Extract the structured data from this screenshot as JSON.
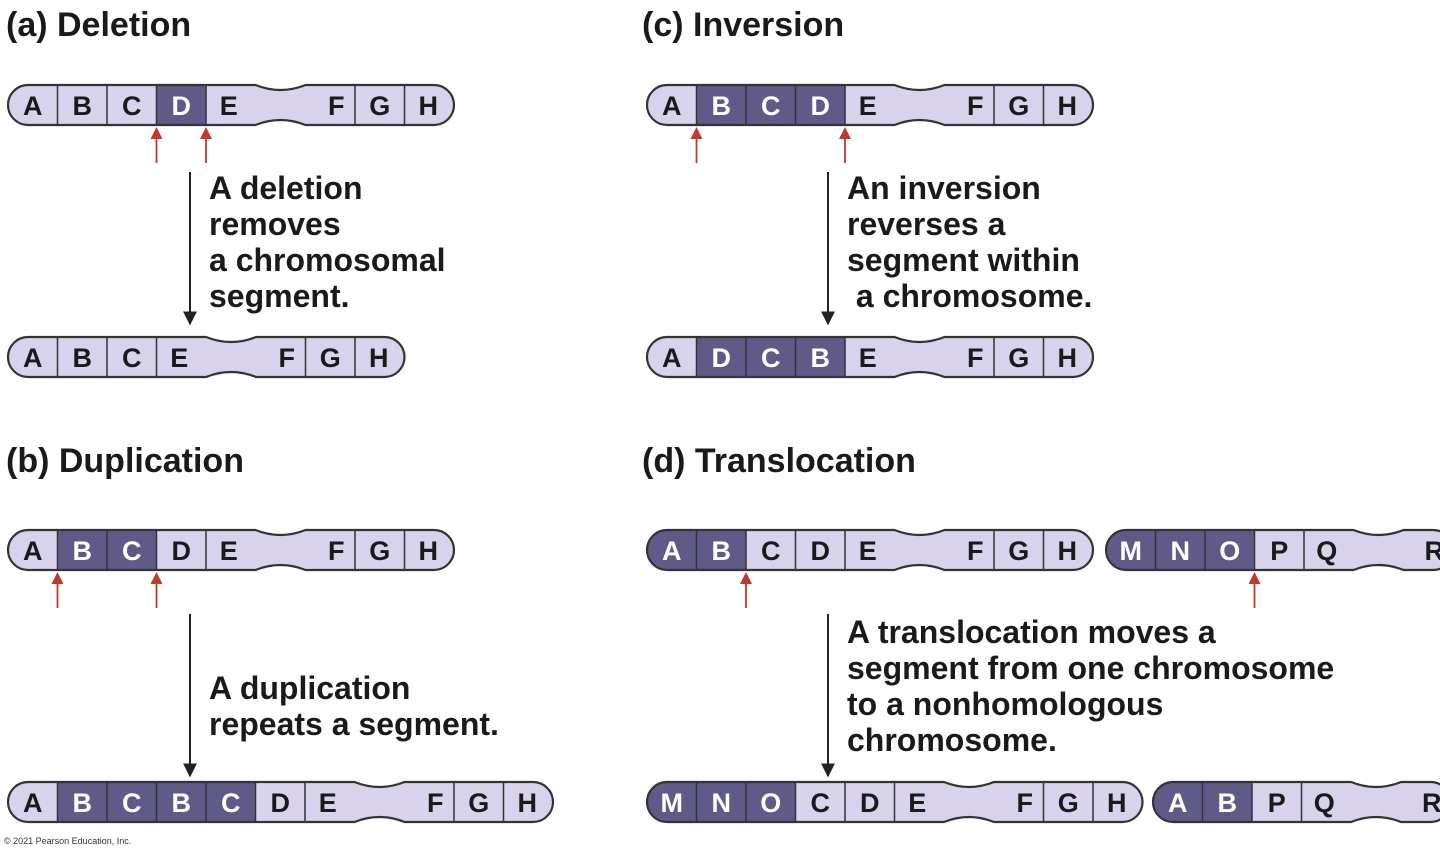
{
  "colors": {
    "light": "#d8d2ec",
    "dark": "#5f5a88",
    "outline": "#333333",
    "arrow_break": "#c0392b",
    "text_on_light": "#1a1a1a",
    "text_on_dark": "#ffffff"
  },
  "panels": [
    {
      "id": "a",
      "title": "(a) Deletion",
      "description": [
        "A deletion",
        "removes",
        "a chromosomal",
        "segment."
      ],
      "before": [
        {
          "genes": [
            {
              "l": "A",
              "s": "light"
            },
            {
              "l": "B",
              "s": "light"
            },
            {
              "l": "C",
              "s": "light"
            },
            {
              "l": "D",
              "s": "dark"
            },
            {
              "l": "E",
              "s": "light"
            },
            {
              "l": "F",
              "s": "light"
            },
            {
              "l": "G",
              "s": "light"
            },
            {
              "l": "H",
              "s": "light"
            }
          ],
          "centromere_after": 5
        }
      ],
      "after": [
        {
          "genes": [
            {
              "l": "A",
              "s": "light"
            },
            {
              "l": "B",
              "s": "light"
            },
            {
              "l": "C",
              "s": "light"
            },
            {
              "l": "E",
              "s": "light"
            },
            {
              "l": "F",
              "s": "light"
            },
            {
              "l": "G",
              "s": "light"
            },
            {
              "l": "H",
              "s": "light"
            }
          ],
          "centromere_after": 4
        }
      ],
      "breakpoints": [
        {
          "chrom": 0,
          "after_gene": 3
        },
        {
          "chrom": 0,
          "after_gene": 4
        }
      ]
    },
    {
      "id": "b",
      "title": "(b) Duplication",
      "description": [
        "A duplication",
        "repeats a segment."
      ],
      "before": [
        {
          "genes": [
            {
              "l": "A",
              "s": "light"
            },
            {
              "l": "B",
              "s": "dark"
            },
            {
              "l": "C",
              "s": "dark"
            },
            {
              "l": "D",
              "s": "light"
            },
            {
              "l": "E",
              "s": "light"
            },
            {
              "l": "F",
              "s": "light"
            },
            {
              "l": "G",
              "s": "light"
            },
            {
              "l": "H",
              "s": "light"
            }
          ],
          "centromere_after": 5
        }
      ],
      "after": [
        {
          "genes": [
            {
              "l": "A",
              "s": "light"
            },
            {
              "l": "B",
              "s": "dark"
            },
            {
              "l": "C",
              "s": "dark"
            },
            {
              "l": "B",
              "s": "dark"
            },
            {
              "l": "C",
              "s": "dark"
            },
            {
              "l": "D",
              "s": "light"
            },
            {
              "l": "E",
              "s": "light"
            },
            {
              "l": "F",
              "s": "light"
            },
            {
              "l": "G",
              "s": "light"
            },
            {
              "l": "H",
              "s": "light"
            }
          ],
          "centromere_after": 7
        }
      ],
      "breakpoints": [
        {
          "chrom": 0,
          "after_gene": 1
        },
        {
          "chrom": 0,
          "after_gene": 3
        }
      ]
    },
    {
      "id": "c",
      "title": "(c) Inversion",
      "description": [
        "An inversion",
        "reverses a",
        "segment within",
        " a chromosome."
      ],
      "before": [
        {
          "genes": [
            {
              "l": "A",
              "s": "light"
            },
            {
              "l": "B",
              "s": "dark"
            },
            {
              "l": "C",
              "s": "dark"
            },
            {
              "l": "D",
              "s": "dark"
            },
            {
              "l": "E",
              "s": "light"
            },
            {
              "l": "F",
              "s": "light"
            },
            {
              "l": "G",
              "s": "light"
            },
            {
              "l": "H",
              "s": "light"
            }
          ],
          "centromere_after": 5
        }
      ],
      "after": [
        {
          "genes": [
            {
              "l": "A",
              "s": "light"
            },
            {
              "l": "D",
              "s": "dark"
            },
            {
              "l": "C",
              "s": "dark"
            },
            {
              "l": "B",
              "s": "dark"
            },
            {
              "l": "E",
              "s": "light"
            },
            {
              "l": "F",
              "s": "light"
            },
            {
              "l": "G",
              "s": "light"
            },
            {
              "l": "H",
              "s": "light"
            }
          ],
          "centromere_after": 5
        }
      ],
      "breakpoints": [
        {
          "chrom": 0,
          "after_gene": 1
        },
        {
          "chrom": 0,
          "after_gene": 4
        }
      ]
    },
    {
      "id": "d",
      "title": "(d) Translocation",
      "description": [
        "A translocation moves a",
        "segment from one chromosome",
        "to a nonhomologous",
        "chromosome."
      ],
      "before": [
        {
          "genes": [
            {
              "l": "A",
              "s": "dark"
            },
            {
              "l": "B",
              "s": "dark"
            },
            {
              "l": "C",
              "s": "light"
            },
            {
              "l": "D",
              "s": "light"
            },
            {
              "l": "E",
              "s": "light"
            },
            {
              "l": "F",
              "s": "light"
            },
            {
              "l": "G",
              "s": "light"
            },
            {
              "l": "H",
              "s": "light"
            }
          ],
          "centromere_after": 5
        },
        {
          "genes": [
            {
              "l": "M",
              "s": "dark"
            },
            {
              "l": "N",
              "s": "dark"
            },
            {
              "l": "O",
              "s": "dark"
            },
            {
              "l": "P",
              "s": "light"
            },
            {
              "l": "Q",
              "s": "light"
            },
            {
              "l": "R",
              "s": "light"
            }
          ],
          "centromere_after": 5
        }
      ],
      "after": [
        {
          "genes": [
            {
              "l": "M",
              "s": "dark"
            },
            {
              "l": "N",
              "s": "dark"
            },
            {
              "l": "O",
              "s": "dark"
            },
            {
              "l": "C",
              "s": "light"
            },
            {
              "l": "D",
              "s": "light"
            },
            {
              "l": "E",
              "s": "light"
            },
            {
              "l": "F",
              "s": "light"
            },
            {
              "l": "G",
              "s": "light"
            },
            {
              "l": "H",
              "s": "light"
            }
          ],
          "centromere_after": 6
        },
        {
          "genes": [
            {
              "l": "A",
              "s": "dark"
            },
            {
              "l": "B",
              "s": "dark"
            },
            {
              "l": "P",
              "s": "light"
            },
            {
              "l": "Q",
              "s": "light"
            },
            {
              "l": "R",
              "s": "light"
            }
          ],
          "centromere_after": 4
        }
      ],
      "breakpoints": [
        {
          "chrom": 0,
          "after_gene": 2
        },
        {
          "chrom": 1,
          "after_gene": 3
        }
      ]
    }
  ],
  "copyright": "© 2021 Pearson Education, Inc."
}
